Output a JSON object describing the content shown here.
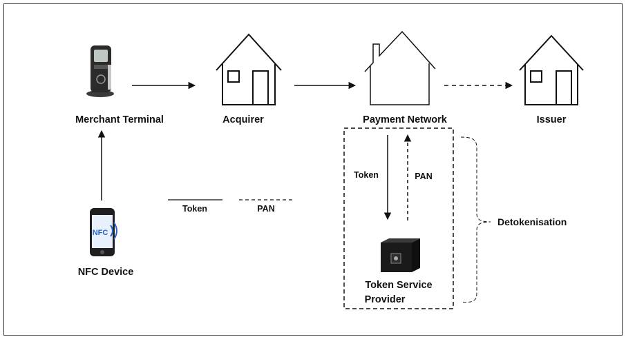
{
  "nodes": {
    "merchant_terminal": "Merchant Terminal",
    "acquirer": "Acquirer",
    "payment_network": "Payment Network",
    "issuer": "Issuer",
    "nfc_device": "NFC Device",
    "tsp_line1": "Token Service",
    "tsp_line2": "Provider"
  },
  "legend": {
    "token": "Token",
    "pan": "PAN"
  },
  "flow_labels": {
    "token": "Token",
    "pan": "PAN"
  },
  "brace_label": "Detokenisation",
  "device_screen_text": "NFC",
  "colors": {
    "stroke": "#111111",
    "frame": "#333333",
    "terminal_body": "#2b2b2b",
    "terminal_screen": "#bfc8c0",
    "phone_body": "#1f1f1f",
    "phone_screen": "#e8f0fb",
    "nfc_blue": "#2463c9",
    "vault": "#1a1a1a"
  }
}
